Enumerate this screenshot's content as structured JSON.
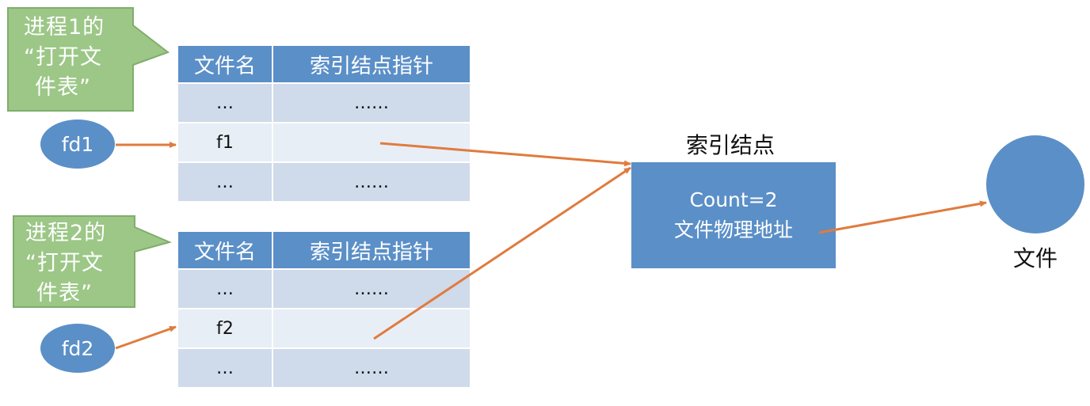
{
  "process1": {
    "callout_lines": [
      "进程1的",
      "“打开文",
      "件表”"
    ],
    "fd": "fd1"
  },
  "process2": {
    "callout_lines": [
      "进程2的",
      "“打开文",
      "件表”"
    ],
    "fd": "fd2"
  },
  "table1": {
    "headers": [
      "文件名",
      "索引结点指针"
    ],
    "rows": [
      [
        "…",
        "……"
      ],
      [
        "f1",
        ""
      ],
      [
        "…",
        "……"
      ]
    ]
  },
  "table2": {
    "headers": [
      "文件名",
      "索引结点指针"
    ],
    "rows": [
      [
        "…",
        "……"
      ],
      [
        "f2",
        ""
      ],
      [
        "…",
        "……"
      ]
    ]
  },
  "index_node": {
    "title": "索引结点",
    "count": "Count=2",
    "addr": "文件物理地址"
  },
  "file": {
    "label": "文件"
  },
  "colors": {
    "box_blue": "#5b8fc7",
    "callout_green": "#9cc787",
    "arrow_orange": "#e07b3e"
  }
}
